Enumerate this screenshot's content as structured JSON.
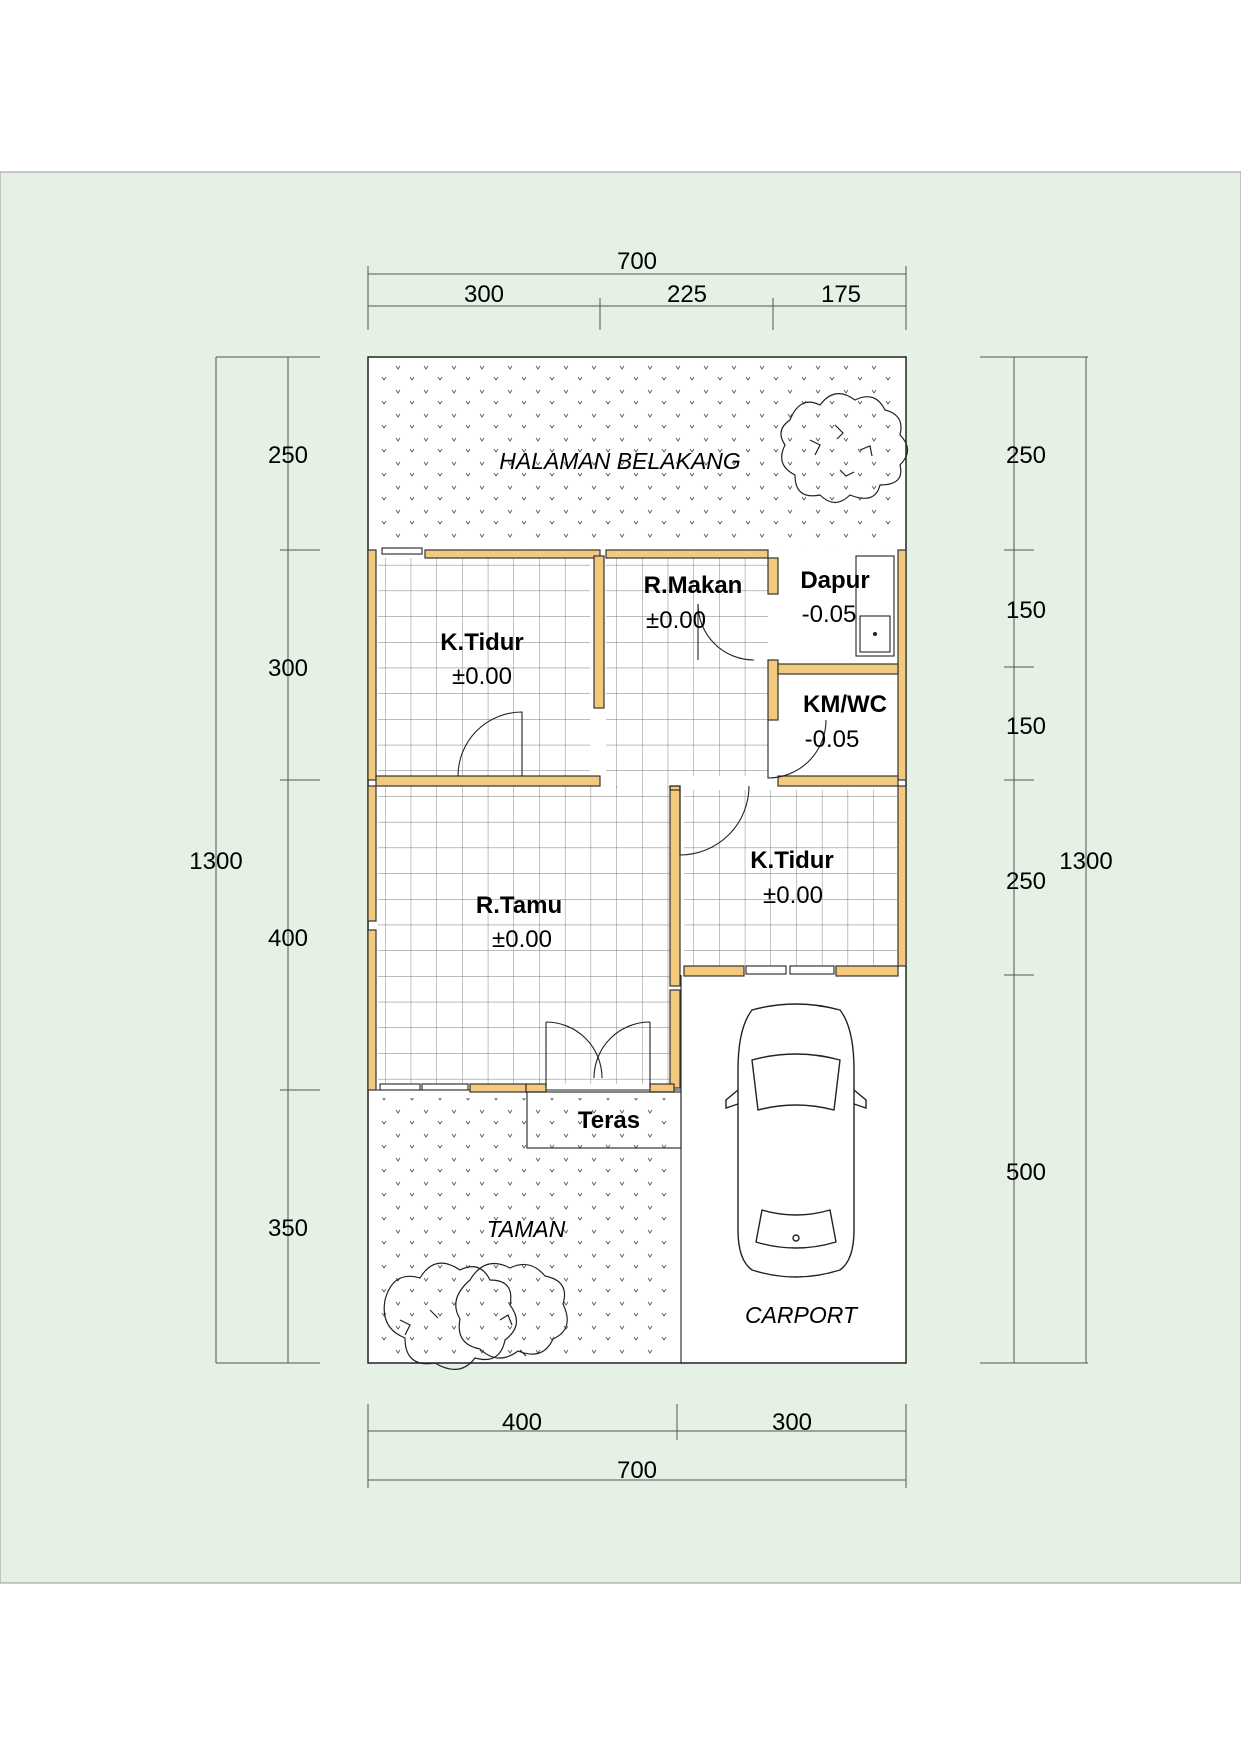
{
  "colors": {
    "background_tint": "#e5f1e4",
    "wall_fill": "#f2c97d",
    "line": "#222222"
  },
  "dimensions": {
    "top_total": "700",
    "top_segments": [
      "300",
      "225",
      "175"
    ],
    "left_total": "1300",
    "left_segments": [
      "250",
      "300",
      "400",
      "350"
    ],
    "right_total": "1300",
    "right_segments": [
      "250",
      "150",
      "150",
      "250",
      "500"
    ],
    "bottom_segments": [
      "400",
      "300"
    ],
    "bottom_total": "700"
  },
  "rooms": {
    "halaman_belakang": "HALAMAN BELAKANG",
    "k_tidur_1": {
      "name": "K.Tidur",
      "level": "±0.00"
    },
    "r_makan": {
      "name": "R.Makan",
      "level": "±0.00"
    },
    "dapur": {
      "name": "Dapur",
      "level": "-0.05"
    },
    "km_wc": {
      "name": "KM/WC",
      "level": "-0.05"
    },
    "r_tamu": {
      "name": "R.Tamu",
      "level": "±0.00"
    },
    "k_tidur_2": {
      "name": "K.Tidur",
      "level": "±0.00"
    },
    "teras": "Teras",
    "taman": "TAMAN",
    "carport": "CARPORT"
  },
  "icons": [
    "tree-icon",
    "car-icon",
    "sink-icon",
    "door-swing-icon"
  ]
}
